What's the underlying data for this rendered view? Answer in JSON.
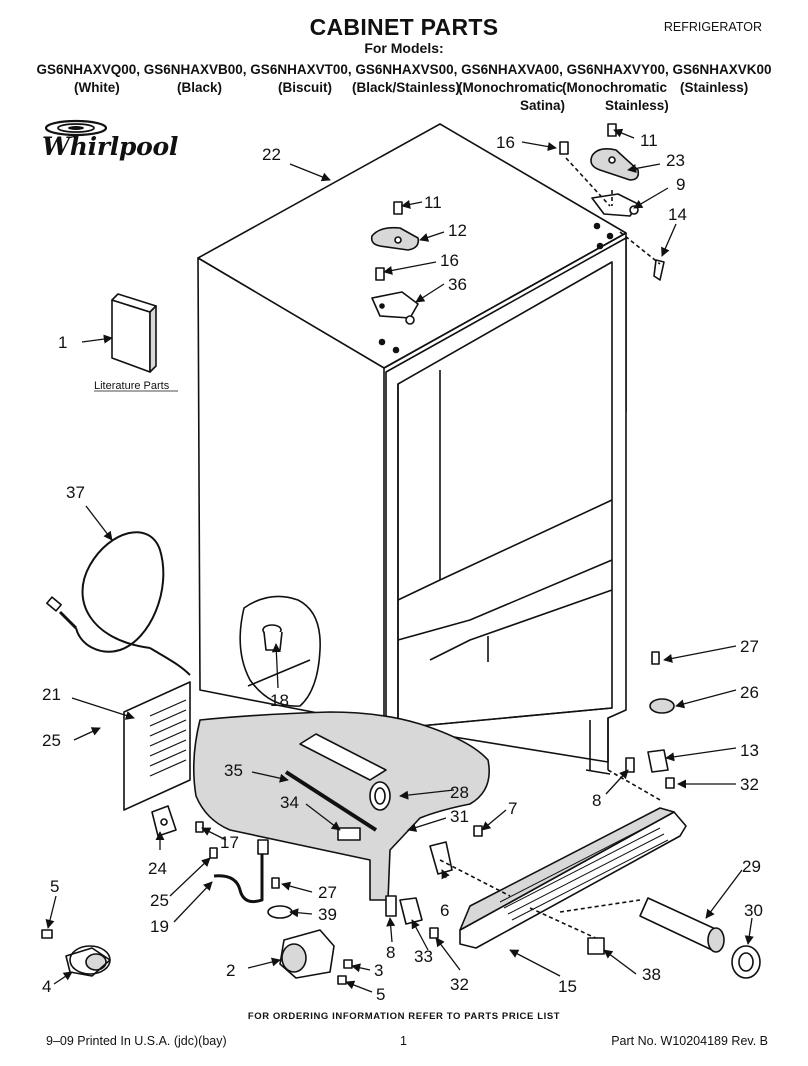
{
  "header": {
    "title": "CABINET PARTS",
    "category": "REFRIGERATOR",
    "for_models": "For Models:",
    "models": "GS6NHAXVQ00, GS6NHAXVB00, GS6NHAXVT00, GS6NHAXVS00, GS6NHAXVA00, GS6NHAXVY00, GS6NHAXVK00",
    "variants": {
      "q": "(White)",
      "b": "(Black)",
      "t": "(Biscuit)",
      "s": "(Black/Stainless)",
      "a1": "(Monochromatic",
      "a2": "Satina)",
      "y1": "(Monochromatic",
      "y2": "Stainless)",
      "k": "(Stainless)"
    }
  },
  "brand": {
    "logo_text": "Whirlpool"
  },
  "diagram": {
    "literature_label": "Literature Parts",
    "callouts": {
      "c1": "1",
      "c2": "2",
      "c3": "3",
      "c4": "4",
      "c5a": "5",
      "c5b": "5",
      "c6": "6",
      "c7": "7",
      "c8a": "8",
      "c8b": "8",
      "c9": "9",
      "c11a": "11",
      "c11b": "11",
      "c12": "12",
      "c13": "13",
      "c14": "14",
      "c15": "15",
      "c16a": "16",
      "c16b": "16",
      "c17": "17",
      "c18": "18",
      "c19": "19",
      "c21": "21",
      "c22": "22",
      "c23": "23",
      "c24": "24",
      "c25a": "25",
      "c25b": "25",
      "c26": "26",
      "c27a": "27",
      "c27b": "27",
      "c28": "28",
      "c29": "29",
      "c30": "30",
      "c31": "31",
      "c32a": "32",
      "c32b": "32",
      "c33": "33",
      "c34": "34",
      "c35": "35",
      "c36": "36",
      "c37": "37",
      "c38": "38",
      "c39": "39"
    }
  },
  "footer": {
    "note": "FOR ORDERING INFORMATION REFER TO PARTS PRICE LIST",
    "print_info": "9–09 Printed In U.S.A. (jdc)(bay)",
    "page": "1",
    "part_no": "Part No. W10204189 Rev. B"
  },
  "colors": {
    "ink": "#111111",
    "paper": "#ffffff",
    "shade": "#d8d8d8"
  }
}
